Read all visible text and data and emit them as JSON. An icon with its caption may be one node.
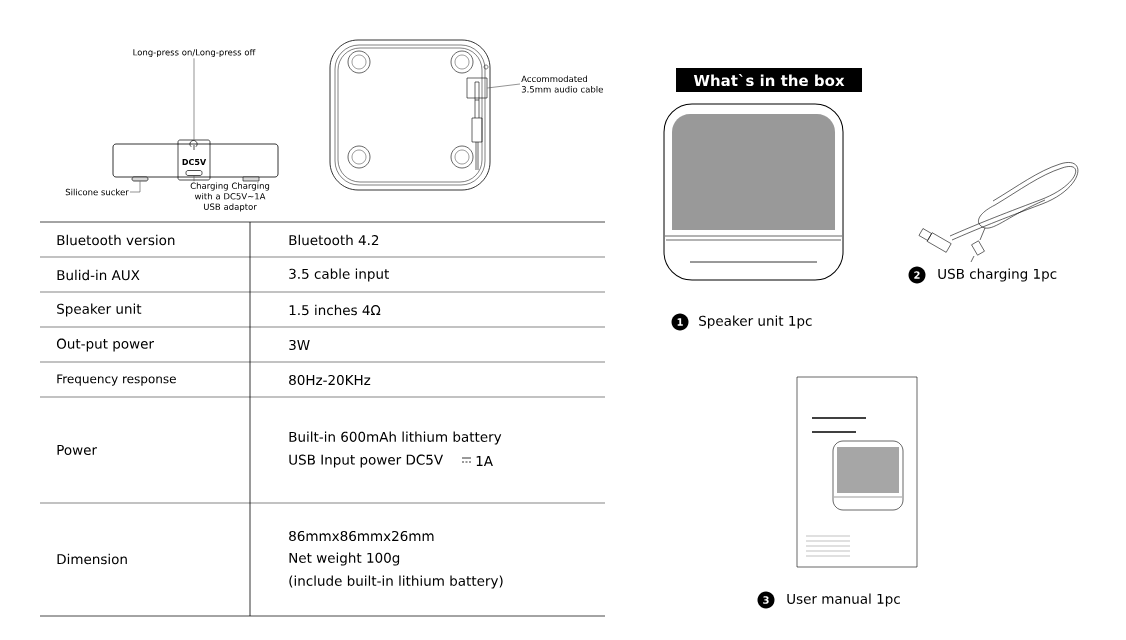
{
  "diagram": {
    "title": "What`s in the box",
    "nodes": [
      {
        "text": [
          "Long-press on/Long-press off"
        ]
      },
      {
        "text": [],
        "shape": "box"
      },
      {
        "text": [
          "Silicone sucker"
        ]
      },
      {
        "text": [],
        "shape": "box"
      },
      {
        "text": [
          "Charging Charging with a DC5V~1A USB adaptor"
        ]
      },
      {
        "text": [],
        "shape": "box",
        "in": 1
      },
      {
        "text": [
          "Accommodated 3.5mm audio cable"
        ]
      },
      {
        "text": [],
        "shape": "picture"
      }
    ],
    "edges": [
      {
        "from": 0,
        "to": 1,
        "arrow": "none"
      },
      {
        "from": 2,
        "to": 3,
        "arrow": "none"
      },
      {
        "from": 4,
        "to": 5,
        "arrow": "none"
      },
      {
        "from": 6,
        "to": 7,
        "arrow": "none"
      }
    ],
    "labels": [
      "DC5V",
      "Bluetooth version",
      "Bluetooth 4.2",
      "Bulid-in AUX",
      "3.5 cable input",
      "Speaker unit",
      "1.5 inches 4Ω",
      "Out-put power",
      "3W",
      "Frequency response",
      "80Hz-20KHz",
      "Power",
      "Built-in 600mAh lithium battery",
      "USB Input power DC5V",
      "1A",
      "Dimension",
      "86mmx86mmx26mm",
      "Net weight 100g",
      "(include built-in lithium battery)",
      "1",
      "Speaker unit 1pc",
      "2",
      "USB charging 1pc",
      "3",
      "User manual 1pc"
    ]
  }
}
